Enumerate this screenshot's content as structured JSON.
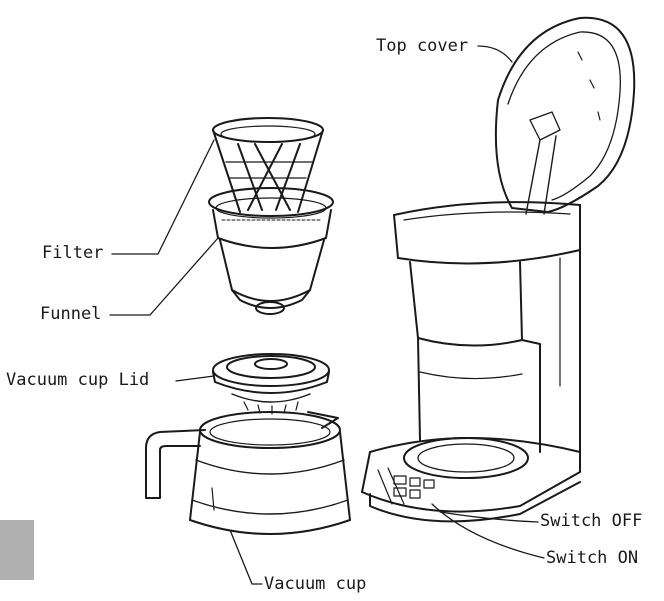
{
  "diagram": {
    "labels": {
      "top_cover": "Top cover",
      "filter": "Filter",
      "funnel": "Funnel",
      "vacuum_cup_lid": "Vacuum cup Lid",
      "switch_off": "Switch OFF",
      "switch_on": "Switch ON",
      "vacuum_cup": "Vacuum cup"
    },
    "colors": {
      "line": "#1a1a1a",
      "marker": "#b0b0b0",
      "background": "#ffffff"
    }
  }
}
